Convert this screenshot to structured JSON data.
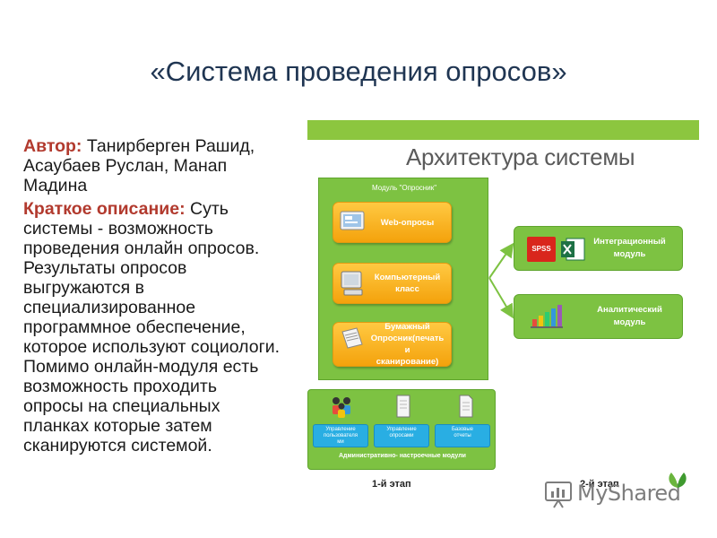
{
  "slide": {
    "title": "«Система проведения опросов»"
  },
  "text": {
    "author_label": "Автор:",
    "author_lines": [
      "Танирберген Рашид,",
      "Асаубаев Руслан, Манап",
      "Мадина"
    ],
    "desc_label": "Краткое описание:",
    "desc_first": "Суть",
    "desc_lines": [
      "системы - возможность",
      "проведения онлайн опросов.",
      "Результаты опросов",
      "выгружаются в",
      "специализированное",
      "программное обеспечение,",
      "которое используют социологи.",
      "Помимо онлайн-модуля есть",
      "возможность проходить",
      "опросы на специальных",
      "планках которые затем",
      "сканируются системой."
    ]
  },
  "diagram": {
    "title": "Архитектура системы",
    "module_title": "Модуль \"Опросник\"",
    "module_items": [
      {
        "label": "Web-опросы",
        "icon": "monitor-icon"
      },
      {
        "label": "Компьютерный\nкласс",
        "icon": "computer-icon"
      },
      {
        "label": "Бумажный\nОпросник(печать и\nсканирование)",
        "icon": "paper-icon"
      }
    ],
    "right_modules": [
      {
        "label": "Интеграционный\nмодуль",
        "icons": [
          "spss-icon",
          "excel-icon"
        ],
        "spss_text": "SPSS"
      },
      {
        "label": "Аналитический\nмодуль",
        "icons": [
          "bar-chart-icon"
        ]
      }
    ],
    "admin_buttons": [
      "Управление\nпользователя\nми",
      "Управление\nопросами",
      "Базовые\nотчеты"
    ],
    "admin_label": "Административно- настроечные модули",
    "stage1": "1-й этап",
    "stage2": "2-й этап"
  },
  "watermark": {
    "text": "MyShared"
  },
  "colors": {
    "green": "#7dc242",
    "orange": "#f4a20c",
    "blue": "#29aee3",
    "title": "#1f3552",
    "label_red": "#b23a2e"
  }
}
